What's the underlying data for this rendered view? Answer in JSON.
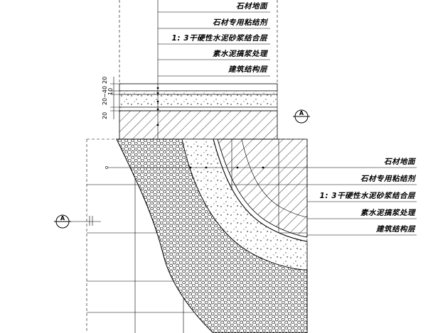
{
  "top_callout": {
    "labels": [
      "石材地面",
      "石材专用粘结剂",
      "1: 3干硬性水泥砂浆结合层",
      "素水泥搞浆处理",
      "建筑结构层"
    ]
  },
  "right_callout": {
    "labels": [
      "石材地面",
      "石材专用粘结剂",
      "1: 3干硬性水泥砂浆结合层",
      "素水泥搞浆处理",
      "建筑结构层"
    ]
  },
  "dimensions": {
    "values": [
      "20",
      "20~40",
      "10",
      "20"
    ]
  },
  "section_markers": {
    "letter": "A"
  }
}
